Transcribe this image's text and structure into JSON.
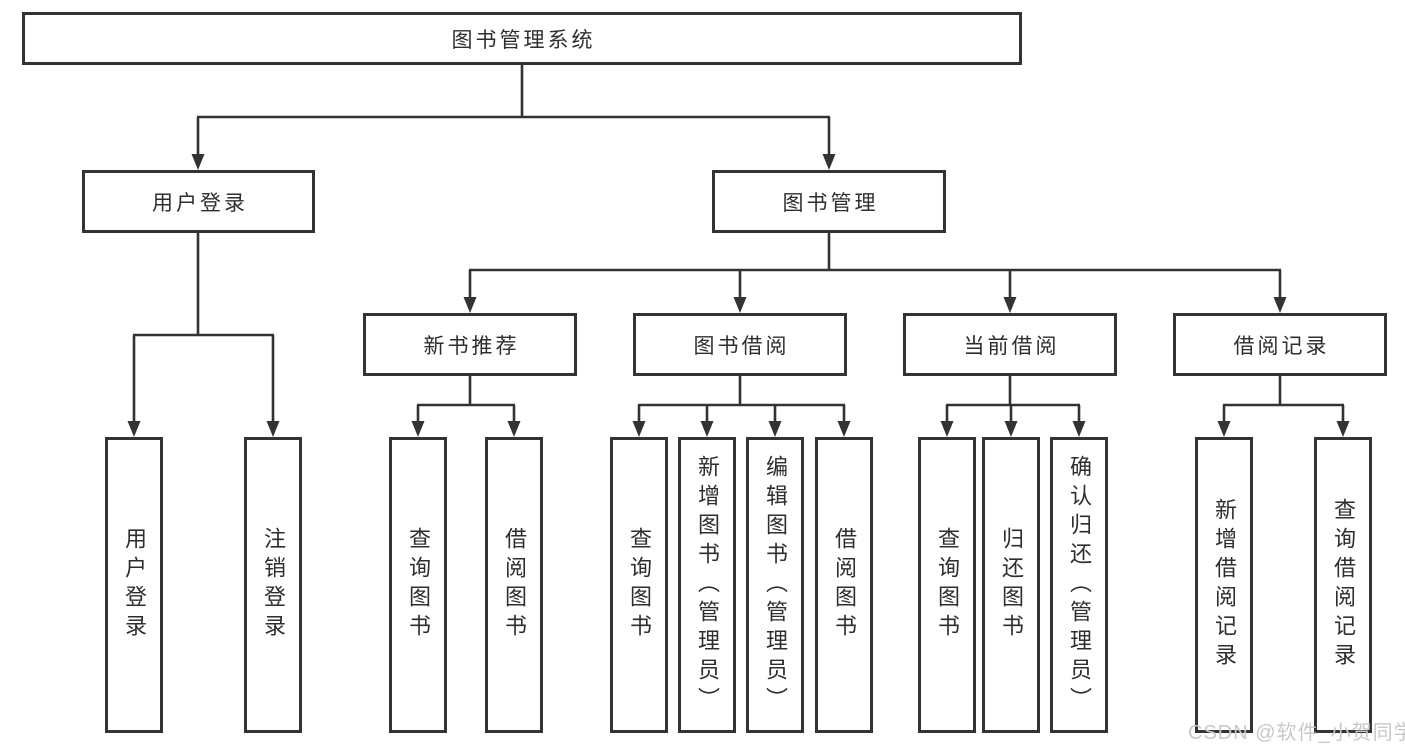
{
  "diagram": {
    "title": "图书管理系统",
    "root": {
      "label": "图书管理系统"
    },
    "level1": [
      {
        "label": "用户登录"
      },
      {
        "label": "图书管理"
      }
    ],
    "level2": [
      {
        "label": "新书推荐"
      },
      {
        "label": "图书借阅"
      },
      {
        "label": "当前借阅"
      },
      {
        "label": "借阅记录"
      }
    ],
    "leaves": {
      "user_login": [
        "用户登录",
        "注销登录"
      ],
      "new_books": [
        "查询图书",
        "借阅图书"
      ],
      "book_borrow": [
        "查询图书",
        "新增图书（管理员）",
        "编辑图书（管理员）",
        "借阅图书"
      ],
      "current_borrow": [
        "查询图书",
        "归还图书",
        "确认归还（管理员）"
      ],
      "borrow_records": [
        "新增借阅记录",
        "查询借阅记录"
      ]
    }
  },
  "watermark": {
    "text": "CSDN @软件_小贺同学"
  },
  "colors": {
    "line": "#333333",
    "text": "#2e2e2e",
    "watermark": "#c8c8c8",
    "background": "#ffffff"
  }
}
